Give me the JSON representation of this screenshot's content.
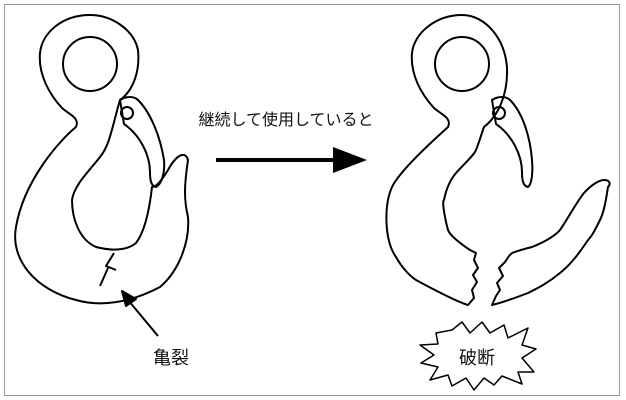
{
  "caption": "継続して使用していると",
  "labels": {
    "crack": "亀裂",
    "fracture": "破断"
  },
  "colors": {
    "stroke": "#000000",
    "background": "#ffffff",
    "border": "#9a9a9a"
  }
}
